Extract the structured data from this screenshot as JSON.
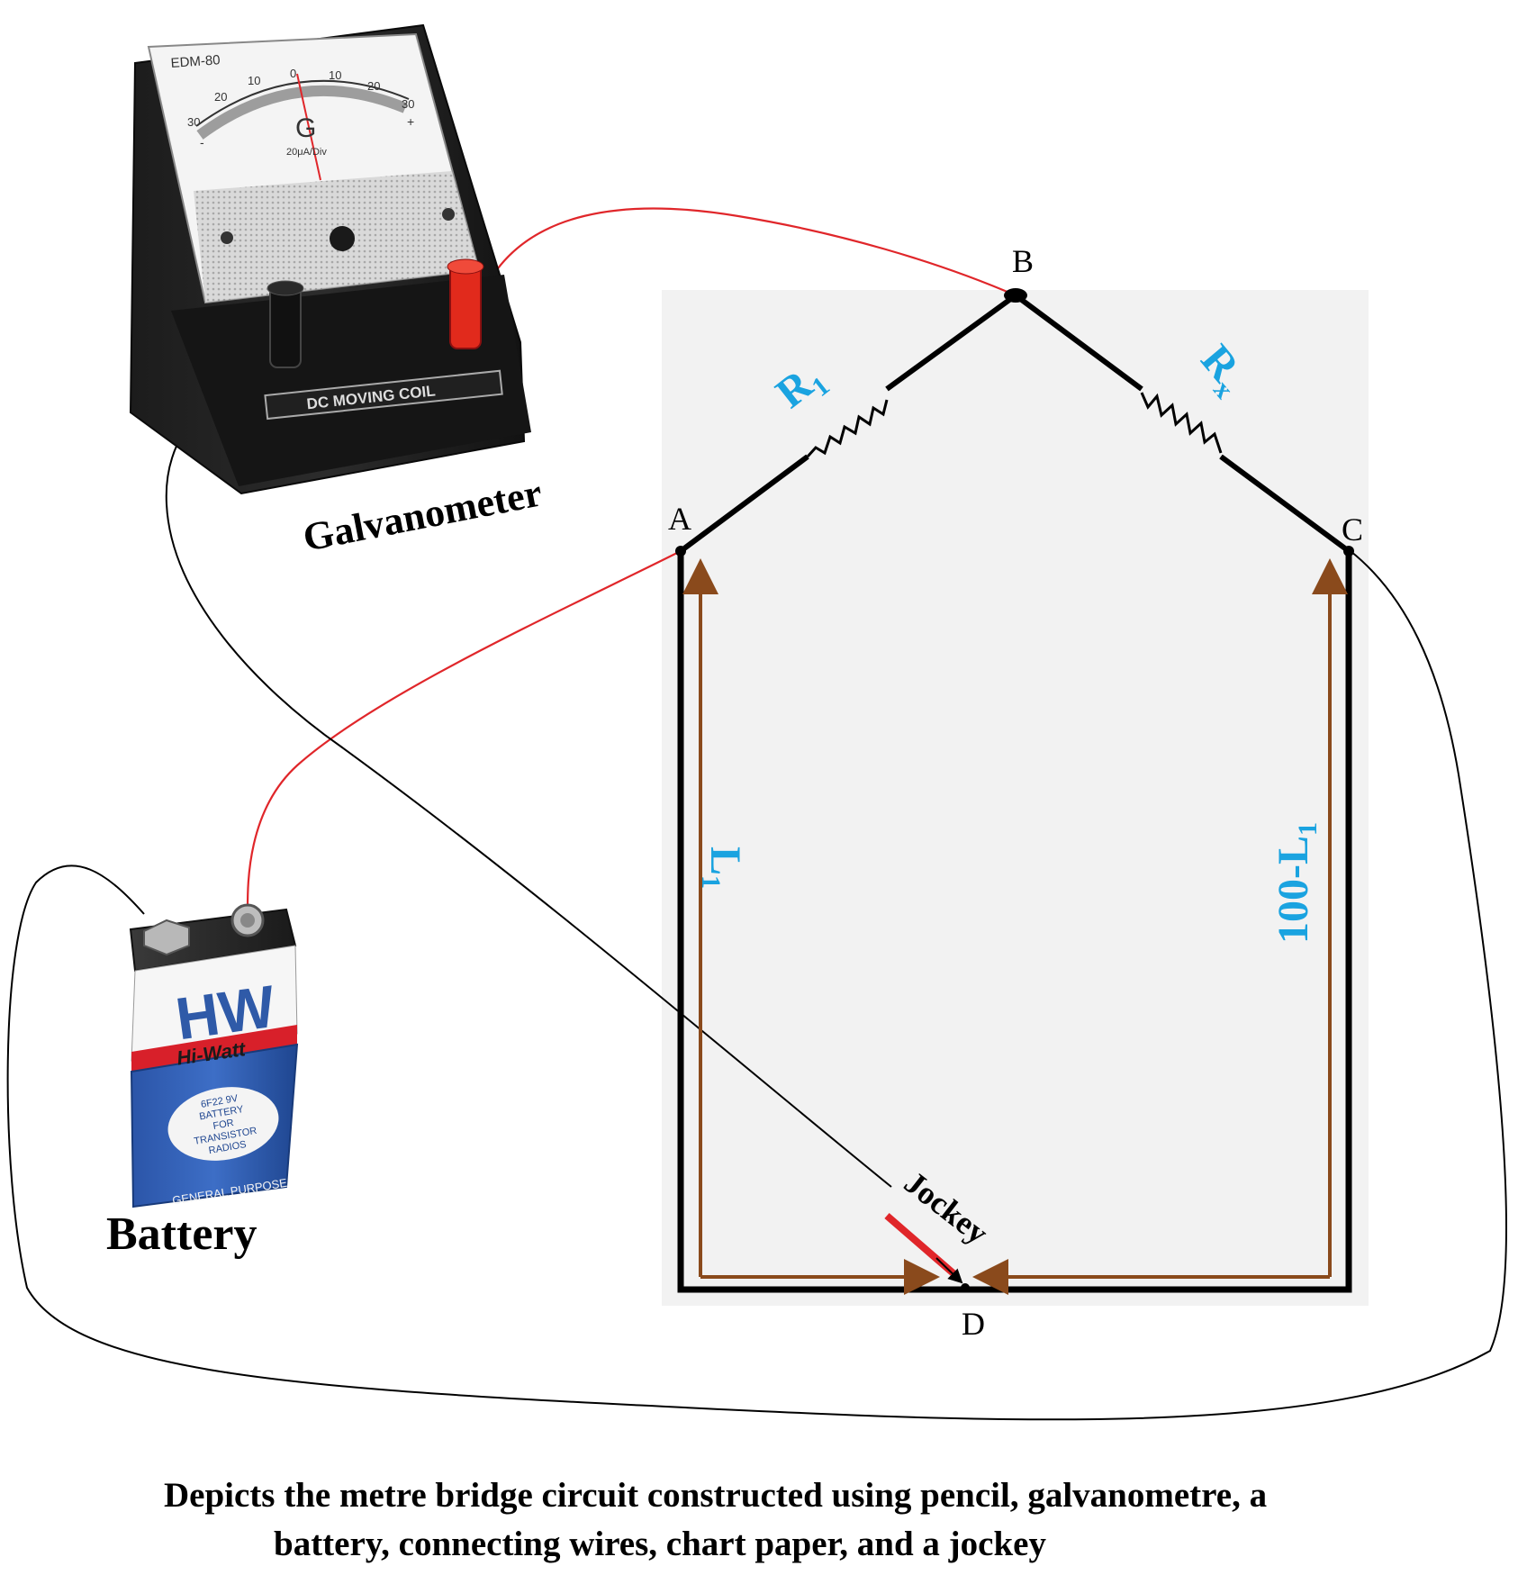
{
  "nodes": {
    "a": "A",
    "b": "B",
    "c": "C",
    "d": "D"
  },
  "resistors": {
    "r1_main": "R",
    "r1_sub": "1",
    "rx_main": "R",
    "rx_sub": "x"
  },
  "lengths": {
    "l1_main": "L",
    "l1_sub": "1",
    "l2_main": "100-L",
    "l2_sub": "1"
  },
  "labels": {
    "galvanometer": "Galvanometer",
    "battery": "Battery",
    "jockey": "Jockey"
  },
  "galvanometer_device": {
    "model": "EDM-80",
    "symbol": "G",
    "scale": [
      "30",
      "20",
      "10",
      "0",
      "10",
      "20",
      "30"
    ],
    "unit": "20μA/Div",
    "base_text": "DC MOVING COIL",
    "minus": "-",
    "plus": "+"
  },
  "battery_device": {
    "logo": "HW",
    "brand": "Hi-Watt",
    "spec_lines": [
      "6F22 9V",
      "BATTERY",
      "FOR",
      "TRANSISTOR",
      "RADIOS"
    ],
    "purpose": "GENERAL PURPOSE"
  },
  "caption": {
    "line1": "Depicts the metre bridge circuit constructed using pencil, galvanometre, a",
    "line2": "battery, connecting wires, chart paper, and a jockey"
  },
  "colors": {
    "label_blue": "#1aa3e0",
    "arrow_brown": "#8a4a1c",
    "wire_red": "#e0262a",
    "paper": "#f2f2f2"
  }
}
